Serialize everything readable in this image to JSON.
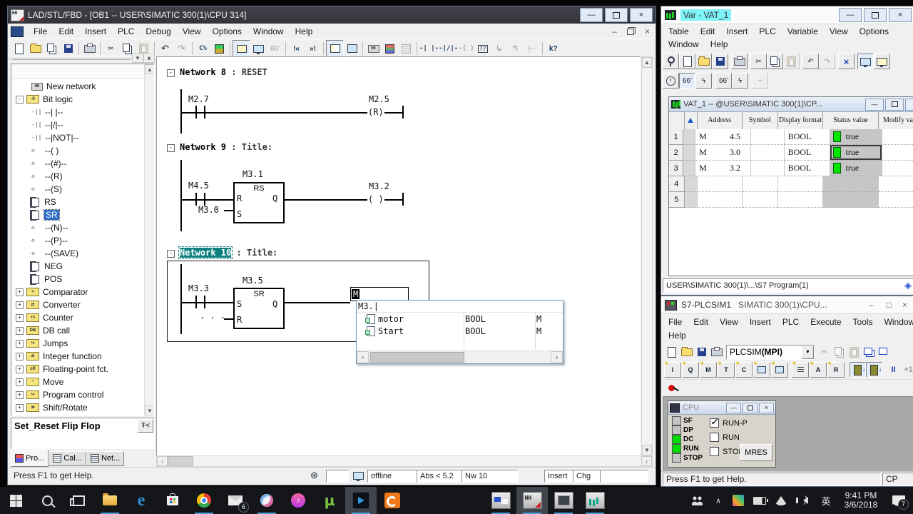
{
  "colors": {
    "led_on": "#00dd00",
    "led_off": "#c4c4c4",
    "status_true_green": "#00e400",
    "network_highlight": "#0e8080",
    "tree_selection": "#2e6bc8",
    "vat_title_highlight": "#7df2f7",
    "taskbar_underline": "#4f9ddd"
  },
  "icons": {
    "prev": "!«",
    "next": "»!",
    "glasses": "66'",
    "box": "??",
    "contact": "-| |-",
    "contact_nc": "-|/|-",
    "coil": "-( )",
    "branch_open": "↳",
    "branch_close": "↰",
    "branch_t": "⊢",
    "help": "?",
    "pause": "II",
    "plus_one": "+1",
    "undo": "↶",
    "redo": "↷",
    "delete": "×",
    "cut": "✂",
    "desc_insert": "Ŧ<",
    "caret": "∧",
    "note": "♪",
    "mu": "µ",
    "edge": "e",
    "wave": "~",
    "bolt": "ϟ",
    "rosette": "⊛",
    "modify_diamond": "◈",
    "up": "▲",
    "down": "▼",
    "left": "◀",
    "right": "▶",
    "small_left": "‹",
    "small_right": "›",
    "minimize": "—",
    "close": "×",
    "maximize_flat": "□",
    "dropdown": "▼"
  },
  "main_window": {
    "title": "LAD/STL/FBD - [OB1 -- USER\\SIMATIC 300(1)\\CPU 314]",
    "menu": [
      "File",
      "Edit",
      "Insert",
      "PLC",
      "Debug",
      "View",
      "Options",
      "Window",
      "Help"
    ],
    "sidebar": {
      "tree": [
        {
          "label": "New network",
          "glyph": "HH"
        },
        {
          "label": "Bit logic",
          "glyph": "-II"
        },
        {
          "label": "--| |--",
          "glyph": "-||"
        },
        {
          "label": "--|/|--",
          "glyph": "-||"
        },
        {
          "label": "--|NOT|--",
          "glyph": "-||"
        },
        {
          "label": "--( )",
          "glyph": "◇"
        },
        {
          "label": "--(#)--",
          "glyph": "◇"
        },
        {
          "label": "--(R)",
          "glyph": "◇"
        },
        {
          "label": "--(S)",
          "glyph": "◇"
        },
        {
          "label": "RS",
          "glyph": ""
        },
        {
          "label": "SR",
          "glyph": ""
        },
        {
          "label": "--(N)--",
          "glyph": "◇"
        },
        {
          "label": "--(P)--",
          "glyph": "◇"
        },
        {
          "label": "--(SAVE)",
          "glyph": "◇"
        },
        {
          "label": "NEG",
          "glyph": ""
        },
        {
          "label": "POS",
          "glyph": ""
        },
        {
          "label": "Comparator",
          "glyph": "<"
        },
        {
          "label": "Converter",
          "glyph": "⇄"
        },
        {
          "label": "Counter",
          "glyph": "+1"
        },
        {
          "label": "DB call",
          "glyph": "DB"
        },
        {
          "label": "Jumps",
          "glyph": "↪"
        },
        {
          "label": "Integer function",
          "glyph": "±I"
        },
        {
          "label": "Floating-point fct.",
          "glyph": "±R"
        },
        {
          "label": "Move",
          "glyph": "~"
        },
        {
          "label": "Program control",
          "glyph": "↪"
        },
        {
          "label": "Shift/Rotate",
          "glyph": "≫"
        }
      ],
      "description": "Set_Reset Flip Flop",
      "tabs": [
        "Pro...",
        "Cal...",
        "Net..."
      ]
    },
    "editor": {
      "net8": {
        "number": "Network 8",
        "suffix": ": RESET",
        "contact": "M2.7",
        "coil": "M2.5",
        "coil_sym": "(R)"
      },
      "net9": {
        "number": "Network 9",
        "suffix": ": Title:",
        "contact": "M4.5",
        "box_operand": "M3.1",
        "box_type": "RS",
        "pin_r": "R",
        "pin_s": "S",
        "pin_q": "Q",
        "s_operand": "M3.0",
        "coil": "M3.2",
        "coil_sym": "( )"
      },
      "net10": {
        "number": "Network 10",
        "suffix": ": Title:",
        "contact": "M3.3",
        "box_operand": "M3.5",
        "box_type": "SR",
        "pin_s": "S",
        "pin_r": "R",
        "pin_q": "Q",
        "r_operand": ". . .",
        "edit_value": "M"
      },
      "dropdown": {
        "filter": "M3.",
        "items": [
          {
            "name": "motor",
            "type": "BOOL",
            "area": "M"
          },
          {
            "name": "Start",
            "type": "BOOL",
            "area": "M"
          }
        ]
      }
    },
    "statusbar": {
      "help": "Press F1 to get Help.",
      "offline": "offline",
      "abs": "Abs < 5.2",
      "nw": "Nw 10",
      "insert": "Insert",
      "chg": "Chg"
    }
  },
  "vat_window": {
    "title": "Var - VAT_1",
    "menu1": [
      "Table",
      "Edit",
      "Insert",
      "PLC",
      "Variable",
      "View",
      "Options"
    ],
    "menu2": [
      "Window",
      "Help"
    ],
    "table": {
      "title": "VAT_1 -- @USER\\SIMATIC 300(1)\\CP...",
      "col_address": "Address",
      "col_symbol": "Symbol",
      "col_format": "Display format",
      "col_status": "Status value",
      "col_modify": "Modify value",
      "rows": [
        {
          "num": "1",
          "area": "M",
          "bit": "4.5",
          "format": "BOOL",
          "status": "true"
        },
        {
          "num": "2",
          "area": "M",
          "bit": "3.0",
          "format": "BOOL",
          "status": "true"
        },
        {
          "num": "3",
          "area": "M",
          "bit": "3.2",
          "format": "BOOL",
          "status": "true"
        },
        {
          "num": "4",
          "area": "",
          "bit": "",
          "format": "",
          "status": ""
        },
        {
          "num": "5",
          "area": "",
          "bit": "",
          "format": "",
          "status": ""
        }
      ]
    },
    "statusbar": "USER\\SIMATIC 300(1)\\...\\S7 Program(1)"
  },
  "plcsim_window": {
    "title": "S7-PLCSIM1",
    "subtitle": "SIMATIC 300(1)\\CPU...",
    "menu1": [
      "File",
      "Edit",
      "View",
      "Insert",
      "PLC",
      "Execute",
      "Tools",
      "Window"
    ],
    "menu2": [
      "Help"
    ],
    "interface": "PLCSIM",
    "interface_suffix": "(MPI)",
    "insert_letters": [
      "I",
      "Q",
      "M",
      "T",
      "C"
    ],
    "reg_letters": [
      "A",
      "R"
    ],
    "cpu": {
      "title": "CPU",
      "leds": [
        {
          "label": "SF",
          "color": "#c4c4c4"
        },
        {
          "label": "DP",
          "color": "#c4c4c4"
        },
        {
          "label": "DC",
          "color": "#00dd00"
        },
        {
          "label": "RUN",
          "color": "#00dd00"
        },
        {
          "label": "STOP",
          "color": "#c4c4c4"
        }
      ],
      "run_p": "RUN-P",
      "run": "RUN",
      "stop": "STOP",
      "mres": "MRES"
    },
    "statusbar": "Press F1 to get Help.",
    "statusbar_right": "CP"
  },
  "taskbar": {
    "mail_badge": "6",
    "notif_badge": "7",
    "lang": "英",
    "time": "9:41 PM",
    "date": "3/6/2018"
  }
}
